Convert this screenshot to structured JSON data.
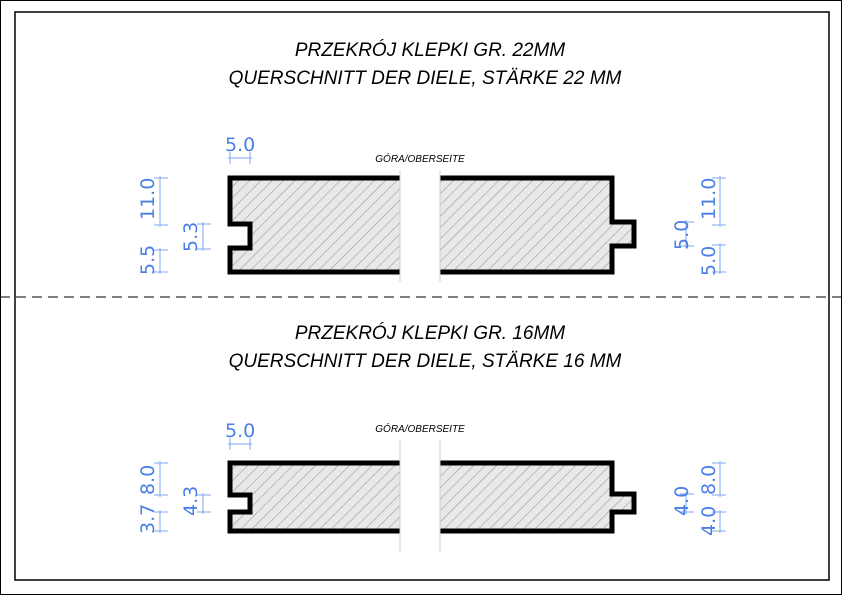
{
  "sections": [
    {
      "title_pl": "PRZEKRÓJ KLEPKI GR. 22MM",
      "title_de": "QUERSCHNITT DER DIELE, STÄRKE 22 MM",
      "side_label": "GÓRA/OBERSEITE",
      "dimensions": {
        "groove_depth": "5.0",
        "left_top": "11.0",
        "left_bottom": "5.5",
        "groove_width": "5.3",
        "right_top": "11.0",
        "right_bottom": "5.0",
        "tongue_width": "5.0"
      }
    },
    {
      "title_pl": "PRZEKRÓJ KLEPKI GR. 16MM",
      "title_de": "QUERSCHNITT DER DIELE, STÄRKE 16 MM",
      "side_label": "GÓRA/OBERSEITE",
      "dimensions": {
        "groove_depth": "5.0",
        "left_top": "8.0",
        "left_bottom": "3.7",
        "groove_width": "4.3",
        "right_top": "8.0",
        "right_bottom": "4.0",
        "tongue_width": "4.0"
      }
    }
  ],
  "colors": {
    "dimension": "#4a7fe8",
    "outline": "#000000",
    "fill": "#e8e8e8"
  }
}
